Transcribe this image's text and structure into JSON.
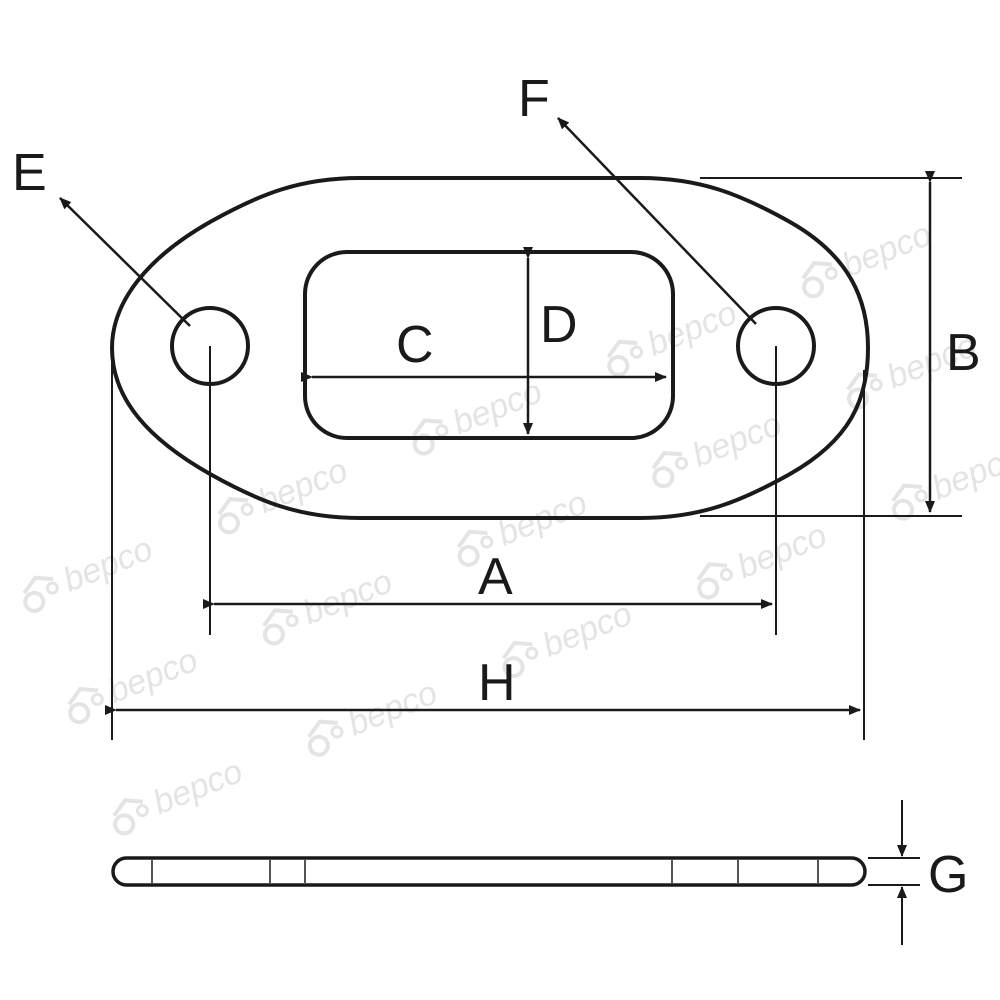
{
  "diagram": {
    "labels": {
      "a": "A",
      "b": "B",
      "c": "C",
      "d": "D",
      "e": "E",
      "f": "F",
      "g": "G",
      "h": "H"
    },
    "watermark": "bepco",
    "colors": {
      "line": "#1a1a1a",
      "watermark": "#e4e4e4",
      "background": "#ffffff"
    }
  }
}
